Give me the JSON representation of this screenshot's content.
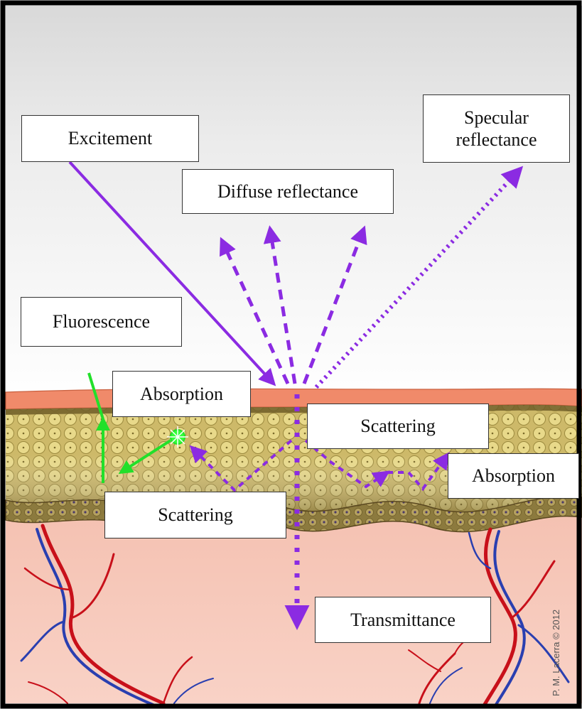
{
  "labels": {
    "excitement": "Excitement",
    "specular": "Specular\nreflectance",
    "diffuse": "Diffuse reflectance",
    "fluorescence": "Fluorescence",
    "absorption_top": "Absorption",
    "scattering_right": "Scattering",
    "absorption_right": "Absorption",
    "scattering_left": "Scattering",
    "transmittance": "Transmittance"
  },
  "credit": "P. M. Lacerra © 2012",
  "colors": {
    "light_path": "#8b2be2",
    "fluorescence": "#22e02a",
    "skin_surface": "#f08a6a",
    "epidermis": "#c8b25a",
    "dermis": "#f7c4b6",
    "vessel_artery": "#c8101a",
    "vessel_vein": "#2a3fb0"
  }
}
